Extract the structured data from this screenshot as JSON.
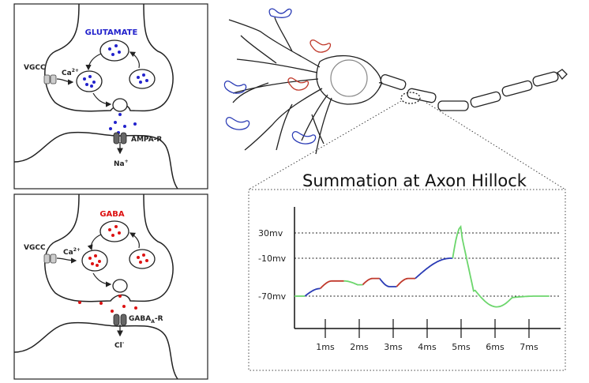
{
  "colors": {
    "glutamate": "#2222cc",
    "gaba": "#dd1111",
    "trace_blue": "#2a3bb5",
    "trace_red": "#c0392b",
    "trace_green": "#6cd66c",
    "outline": "#222222"
  },
  "panel_top": {
    "neurotransmitter": "GLUTAMATE",
    "channel_label": "VGCC",
    "ion_in": "Ca",
    "ion_in_sup": "2+",
    "receptor": "AMPA-R",
    "ion_out": "Na",
    "ion_out_sup": "+"
  },
  "panel_bottom": {
    "neurotransmitter": "GABA",
    "channel_label": "VGCC",
    "ion_in": "Ca",
    "ion_in_sup": "2+",
    "receptor_main": "GABA",
    "receptor_sub": "A",
    "receptor_suffix": "-R",
    "ion_out": "Cl",
    "ion_out_sup": "-"
  },
  "summation_title": "Summation at Axon Hillock",
  "chart_data": {
    "type": "line",
    "title": "Summation at Axon Hillock",
    "y_labels": [
      "30mv",
      "-10mv",
      "-70mv"
    ],
    "y_values": [
      30,
      -10,
      -70
    ],
    "x_labels": [
      "1ms",
      "2ms",
      "3ms",
      "4ms",
      "5ms",
      "6ms",
      "7ms"
    ],
    "x_values": [
      1,
      2,
      3,
      4,
      5,
      6,
      7
    ],
    "grid": "dotted horizontal lines at labelled voltages",
    "series": [
      {
        "color": "blue",
        "segments": [
          [
            0.4,
            0.85
          ],
          [
            2.6,
            3.1
          ],
          [
            3.65,
            4.75
          ]
        ]
      },
      {
        "color": "red",
        "segments": [
          [
            0.85,
            1.55
          ],
          [
            2.1,
            2.6
          ],
          [
            3.1,
            3.65
          ]
        ]
      },
      {
        "color": "green",
        "segments": [
          [
            -0.2,
            0.4
          ],
          [
            1.55,
            2.1
          ],
          [
            4.75,
            7.6
          ]
        ]
      }
    ],
    "resting_potential": -70,
    "peak": 40,
    "undershoot_min": -87
  }
}
